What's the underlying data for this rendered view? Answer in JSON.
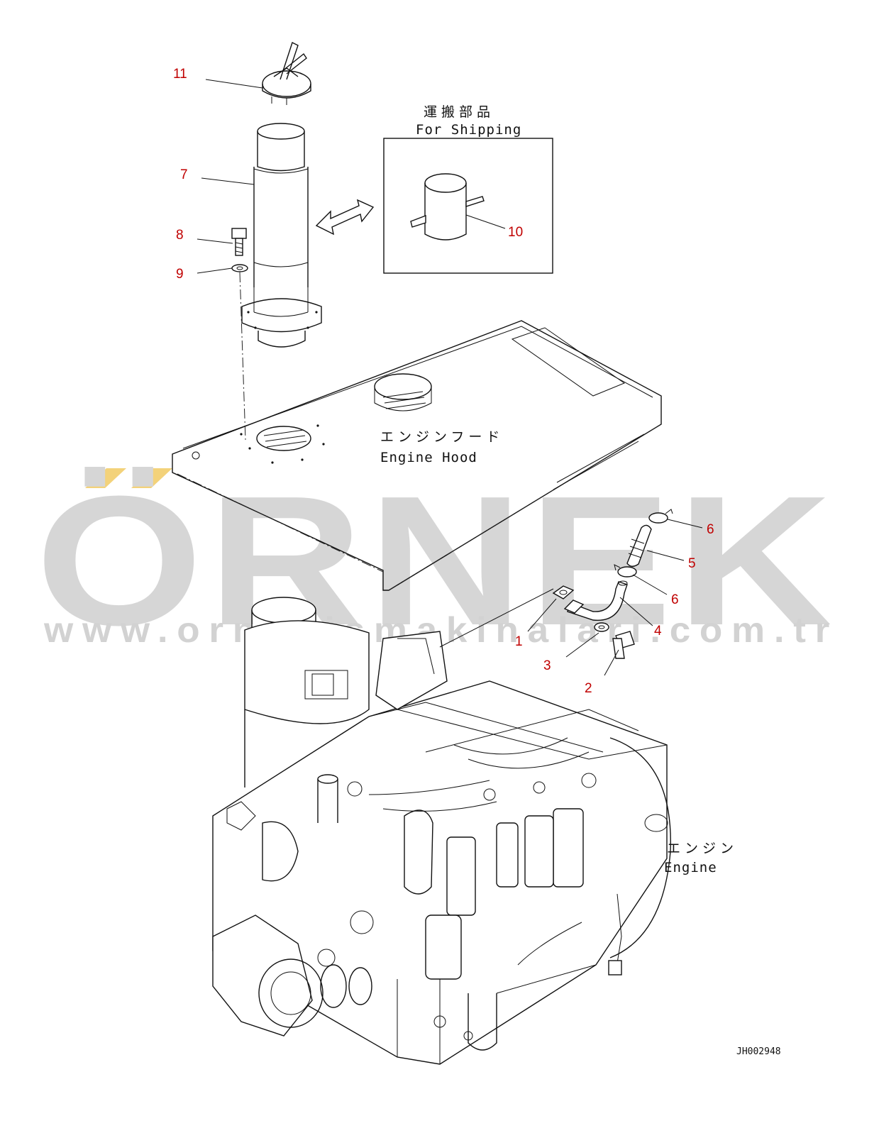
{
  "watermark": {
    "brand": "ÖRNEK",
    "url": "www.ornekismakinalari.com.tr",
    "accent_color": "#f3d27a",
    "text_color": "#d6d6d6"
  },
  "shipping_box": {
    "title_jp": "運搬部品",
    "title_en": "For Shipping"
  },
  "labels": {
    "engine_hood_jp": "エンジンフード",
    "engine_hood_en": "Engine Hood",
    "engine_jp": "エンジン",
    "engine_en": "Engine"
  },
  "callouts": [
    "11",
    "7",
    "8",
    "9",
    "10",
    "6",
    "5",
    "6",
    "4",
    "1",
    "3",
    "2"
  ],
  "callout_color": "#c00000",
  "drawing_id": "JH002948"
}
